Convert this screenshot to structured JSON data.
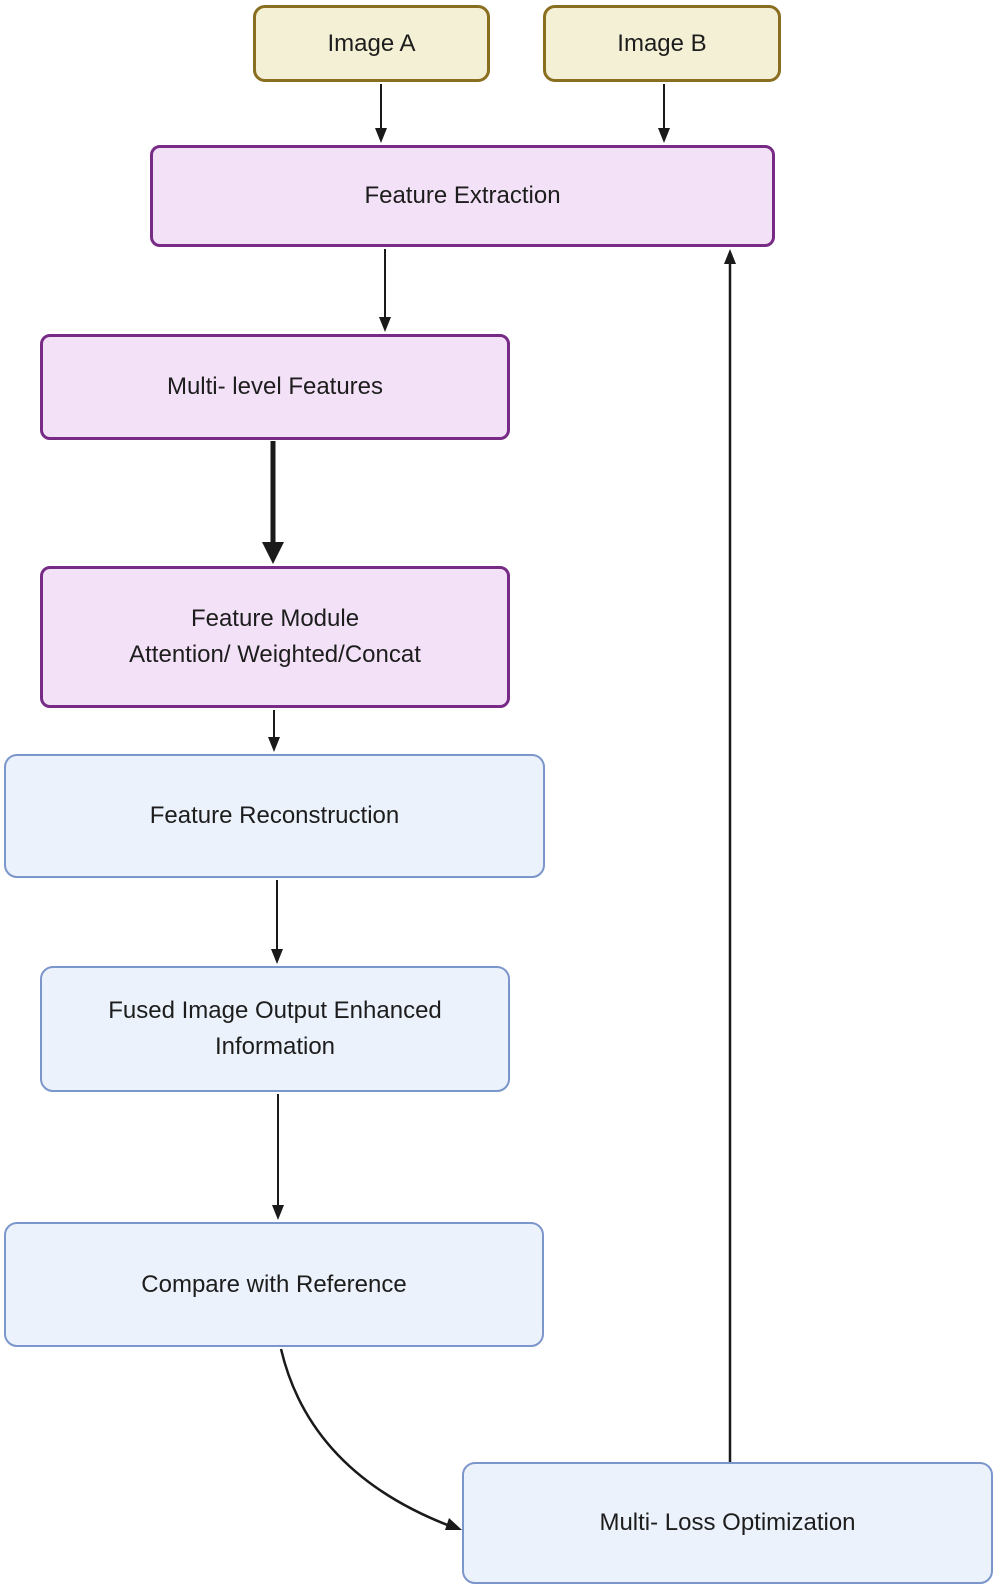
{
  "diagram": {
    "type": "flowchart",
    "nodes": {
      "image_a": {
        "label": "Image A",
        "kind": "input"
      },
      "image_b": {
        "label": "Image B",
        "kind": "input"
      },
      "feature_extraction": {
        "label": "Feature Extraction",
        "kind": "process"
      },
      "multi_level_features": {
        "label": "Multi- level Features",
        "kind": "process"
      },
      "feature_module": {
        "label": "Feature Module\nAttention/ Weighted/Concat",
        "kind": "process"
      },
      "feature_reconstruction": {
        "label": "Feature Reconstruction",
        "kind": "output"
      },
      "fused_output": {
        "label": "Fused Image Output Enhanced\nInformation",
        "kind": "output"
      },
      "compare_reference": {
        "label": "Compare with Reference",
        "kind": "output"
      },
      "multi_loss": {
        "label": "Multi- Loss Optimization",
        "kind": "output"
      }
    },
    "edges": [
      {
        "from": "Image A",
        "to": "Feature Extraction",
        "style": "thin-arrow"
      },
      {
        "from": "Image B",
        "to": "Feature Extraction",
        "style": "thin-arrow"
      },
      {
        "from": "Feature Extraction",
        "to": "Multi- level Features",
        "style": "thin-arrow"
      },
      {
        "from": "Multi- level Features",
        "to": "Feature Module Attention/ Weighted/Concat",
        "style": "thick-arrow"
      },
      {
        "from": "Feature Module Attention/ Weighted/Concat",
        "to": "Feature Reconstruction",
        "style": "thin-arrow"
      },
      {
        "from": "Feature Reconstruction",
        "to": "Fused Image Output Enhanced Information",
        "style": "thin-arrow"
      },
      {
        "from": "Fused Image Output Enhanced Information",
        "to": "Compare with Reference",
        "style": "thin-arrow"
      },
      {
        "from": "Compare with Reference",
        "to": "Multi- Loss Optimization",
        "style": "curved-arrow"
      },
      {
        "from": "Multi- Loss Optimization",
        "to": "Feature Extraction",
        "style": "feedback-arrow"
      }
    ],
    "colors": {
      "background": "#ffffff",
      "input_fill": "#f4f0d5",
      "input_border": "#8a6e1f",
      "process_fill": "#f3e1f7",
      "process_border": "#772b87",
      "output_fill": "#ecf2fb",
      "output_border": "#7b96cb",
      "arrow": "#1a1a1a",
      "text": "#1d1d1d"
    }
  }
}
